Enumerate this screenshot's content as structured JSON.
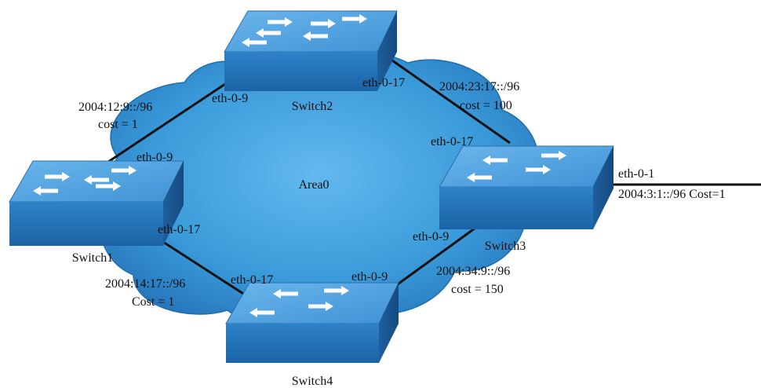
{
  "diagram": {
    "area_label": "Area0",
    "colors": {
      "cloud": "#3a9ad9",
      "cloud_edge": "#1f6fae",
      "switch_top": "#5aa8e6",
      "switch_side": "#1b5d9c",
      "switch_front": "#2a7cc3",
      "link": "#111111"
    },
    "switches": {
      "s1": {
        "name": "Switch1",
        "icon": "switch-icon"
      },
      "s2": {
        "name": "Switch2",
        "icon": "switch-icon"
      },
      "s3": {
        "name": "Switch3",
        "icon": "switch-icon"
      },
      "s4": {
        "name": "Switch4",
        "icon": "switch-icon"
      }
    },
    "links": {
      "s1_s2": {
        "net": "2004:12:9::/96",
        "cost": "cost = 1",
        "port_a": "eth-0-9",
        "port_b": "eth-0-9"
      },
      "s2_s3": {
        "net": "2004:23:17::/96",
        "cost": "cost = 100",
        "port_a": "eth-0-17",
        "port_b": "eth-0-17"
      },
      "s3_s4": {
        "net": "2004:34:9::/96",
        "cost": "cost = 150",
        "port_a": "eth-0-9",
        "port_b": "eth-0-9"
      },
      "s1_s4": {
        "net": "2004:14:17::/96",
        "cost": "Cost = 1",
        "port_a": "eth-0-17",
        "port_b": "eth-0-17"
      },
      "s3_ext": {
        "port": "eth-0-1",
        "net_cost": "2004:3:1::/96 Cost=1"
      }
    }
  }
}
